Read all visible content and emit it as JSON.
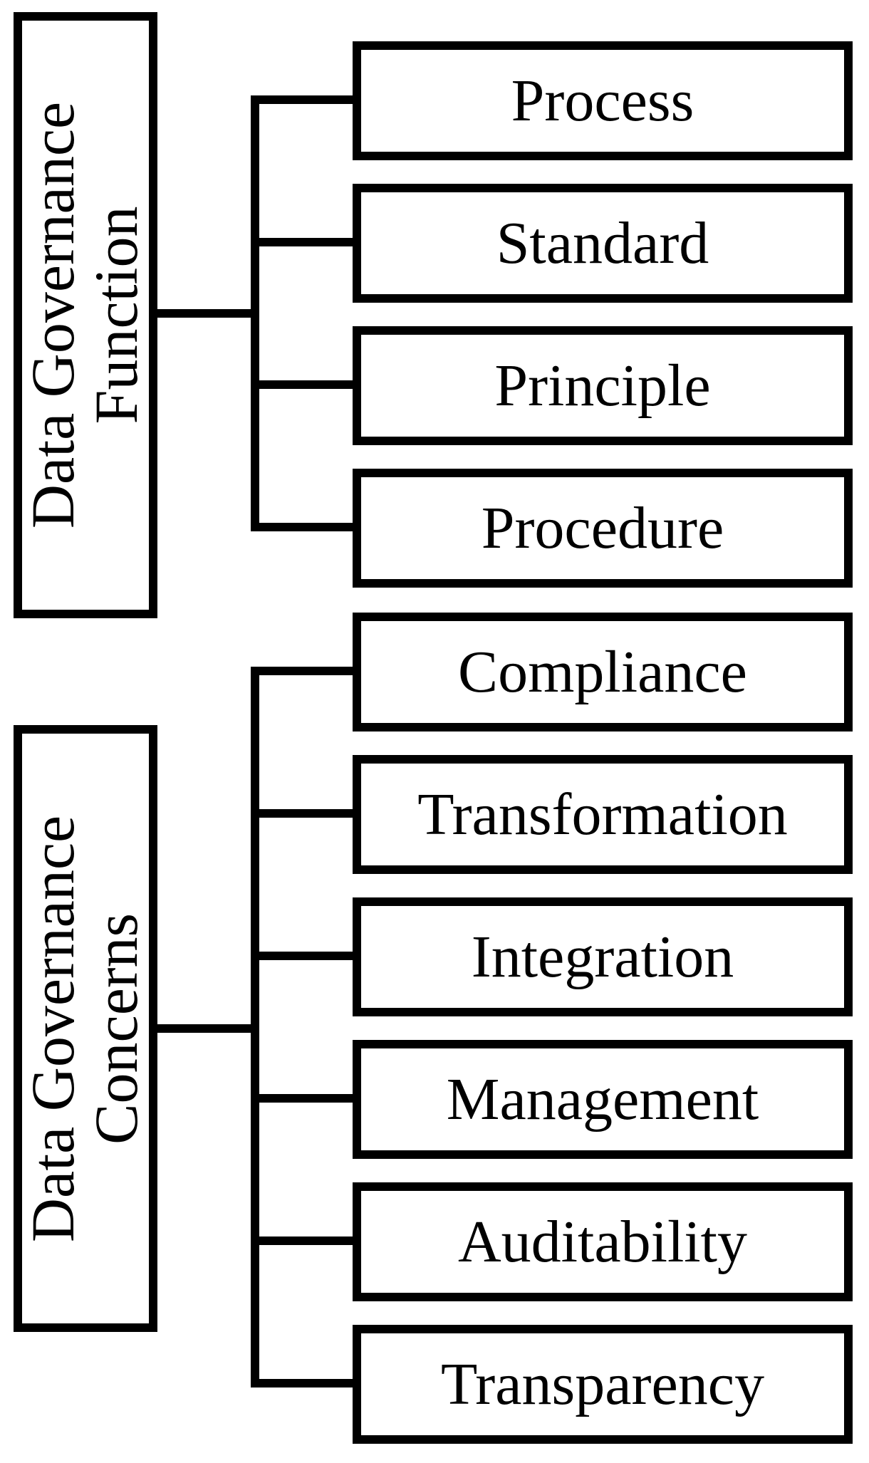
{
  "diagram": {
    "type": "hierarchy-tree",
    "orientation": "left-to-right",
    "colors": {
      "line": "#000000",
      "text": "#000000",
      "background": "#ffffff"
    },
    "groups": [
      {
        "parent": {
          "line1": "Data Governance",
          "line2": "Function"
        },
        "children": [
          {
            "label": "Process"
          },
          {
            "label": "Standard"
          },
          {
            "label": "Principle"
          },
          {
            "label": "Procedure"
          }
        ]
      },
      {
        "parent": {
          "line1": "Data Governance",
          "line2": "Concerns"
        },
        "children": [
          {
            "label": "Compliance"
          },
          {
            "label": "Transformation"
          },
          {
            "label": "Integration"
          },
          {
            "label": "Management"
          },
          {
            "label": "Auditability"
          },
          {
            "label": "Transparency"
          }
        ]
      }
    ]
  }
}
